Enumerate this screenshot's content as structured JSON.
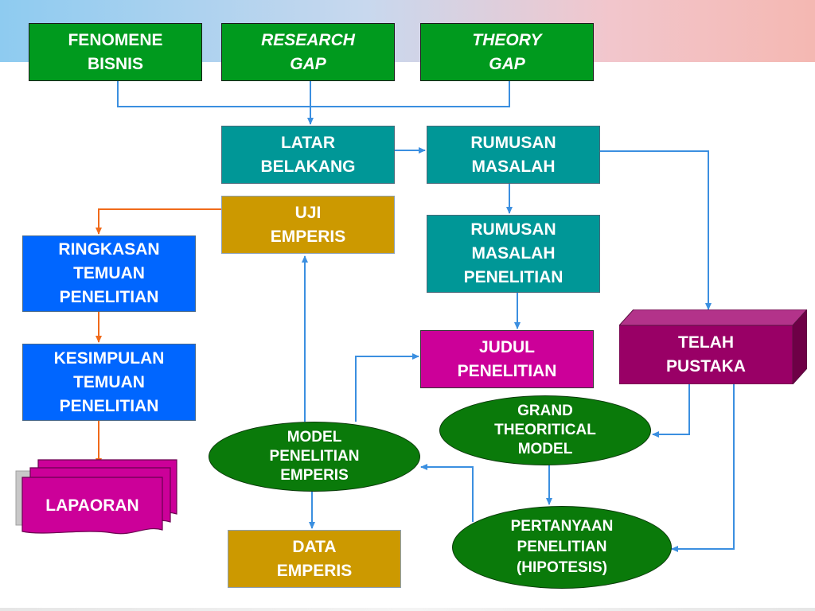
{
  "nodes": {
    "fenomene_bisnis": [
      "FENOMENE",
      "BISNIS"
    ],
    "research_gap": [
      "RESEARCH",
      "GAP"
    ],
    "theory_gap": [
      "THEORY",
      "GAP"
    ],
    "latar_belakang": [
      "LATAR",
      "BELAKANG"
    ],
    "rumusan_masalah": [
      "RUMUSAN",
      "MASALAH"
    ],
    "uji_emperis": [
      "UJI",
      "EMPERIS"
    ],
    "rumusan_masalah_penelitian": [
      "RUMUSAN",
      "MASALAH",
      "PENELITIAN"
    ],
    "ringkasan_temuan": [
      "RINGKASAN",
      "TEMUAN",
      "PENELITIAN"
    ],
    "kesimpulan_temuan": [
      "KESIMPULAN",
      "TEMUAN",
      "PENELITIAN"
    ],
    "judul_penelitian": [
      "JUDUL",
      "PENELITIAN"
    ],
    "telah_pustaka": [
      "TELAH",
      "PUSTAKA"
    ],
    "grand_theoritical_model": [
      "GRAND",
      "THEORITICAL",
      "MODEL"
    ],
    "model_penelitian_emperis": [
      "MODEL",
      "PENELITIAN",
      "EMPERIS"
    ],
    "lapaoran": [
      "LAPAORAN"
    ],
    "pertanyaan_penelitian": [
      "PERTANYAAN",
      "PENELITIAN",
      "(HIPOTESIS)"
    ],
    "data_emperis": [
      "DATA",
      "EMPERIS"
    ]
  },
  "colors": {
    "green_box": "#009a1e",
    "teal_box": "#009797",
    "gold_box": "#cc9900",
    "blue_box": "#0066ff",
    "magenta_box": "#cc0099",
    "purple_box": "#990066",
    "ellipse": "#0a7a0a",
    "arrow_blue": "#3b8fe0",
    "arrow_orange": "#f06a1a"
  }
}
